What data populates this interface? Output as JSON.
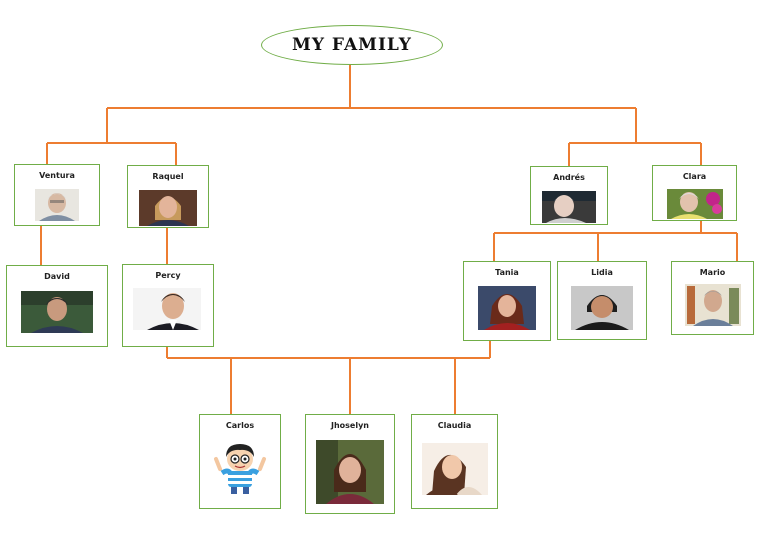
{
  "title": "MY FAMILY",
  "members": {
    "ventura": {
      "name": "Ventura"
    },
    "raquel": {
      "name": "Raquel"
    },
    "andres": {
      "name": "Andrés"
    },
    "clara": {
      "name": "Clara"
    },
    "david": {
      "name": "David"
    },
    "percy": {
      "name": "Percy"
    },
    "tania": {
      "name": "Tania"
    },
    "lidia": {
      "name": "Lidia"
    },
    "mario": {
      "name": "Mario"
    },
    "carlos": {
      "name": "Carlos"
    },
    "jhoselyn": {
      "name": "Jhoselyn"
    },
    "claudia": {
      "name": "Claudia"
    }
  },
  "colors": {
    "connector": "#ed7d31",
    "border": "#70ad47"
  }
}
